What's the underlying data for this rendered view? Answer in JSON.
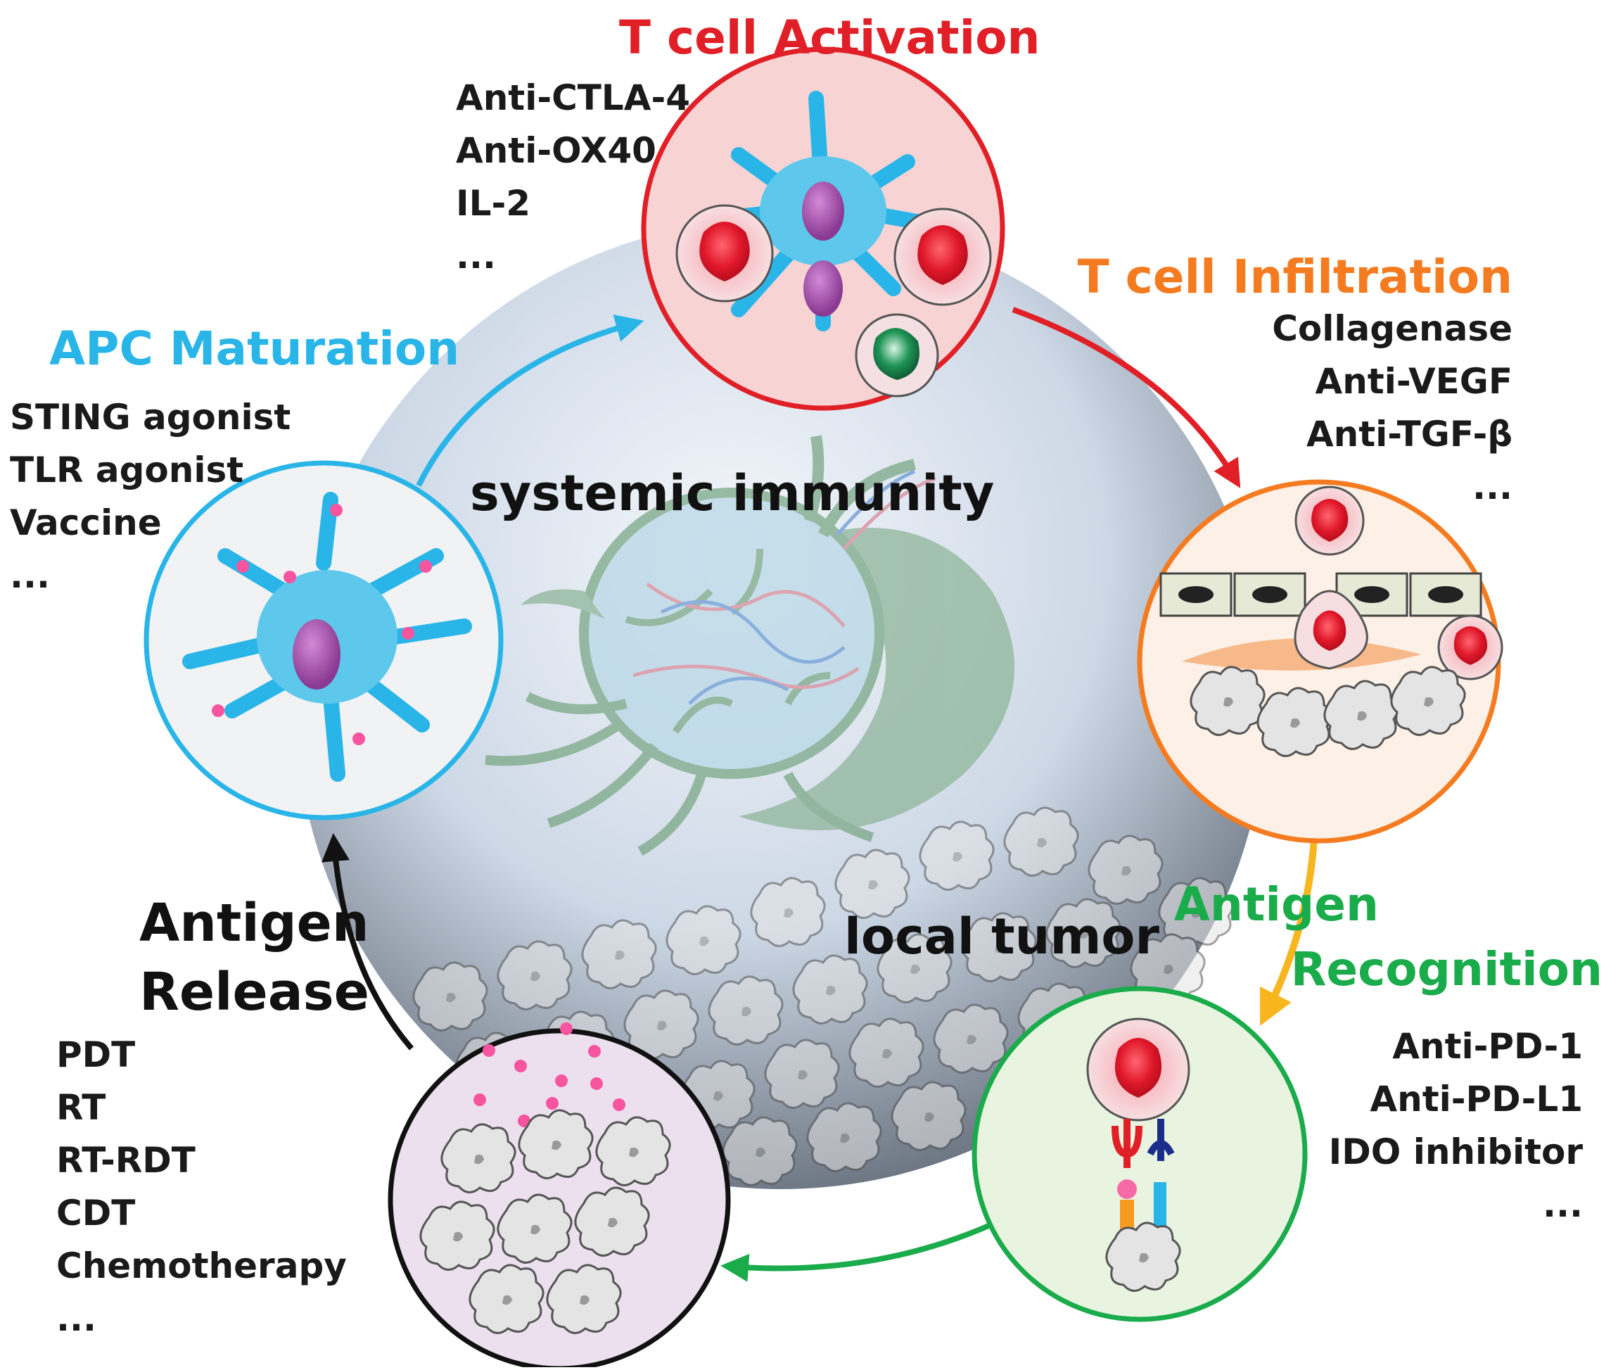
{
  "colors": {
    "activation": "#e01f26",
    "infiltration": "#f47b20",
    "recognition": "#1aab4b",
    "release": "#111111",
    "maturation": "#29b5e8",
    "recognition_arrow": "#f7b51e"
  },
  "center": {
    "systemic": "systemic immunity",
    "local": "local tumor"
  },
  "stages": {
    "activation": {
      "title": "T cell Activation",
      "items": [
        "Anti-CTLA-4",
        "Anti-OX40",
        "IL-2",
        "..."
      ]
    },
    "infiltration": {
      "title": "T cell Infiltration",
      "items": [
        "Collagenase",
        "Anti-VEGF",
        "Anti-TGF-β",
        "..."
      ]
    },
    "recognition": {
      "title_line1": "Antigen",
      "title_line2": "Recognition",
      "items": [
        "Anti-PD-1",
        "Anti-PD-L1",
        "IDO inhibitor",
        "..."
      ]
    },
    "release": {
      "title_line1": "Antigen",
      "title_line2": "Release",
      "items": [
        "PDT",
        "RT",
        "RT-RDT",
        "CDT",
        "Chemotherapy",
        "..."
      ]
    },
    "maturation": {
      "title": "APC Maturation",
      "items": [
        "STING agonist",
        "TLR agonist",
        "Vaccine",
        "..."
      ]
    }
  }
}
